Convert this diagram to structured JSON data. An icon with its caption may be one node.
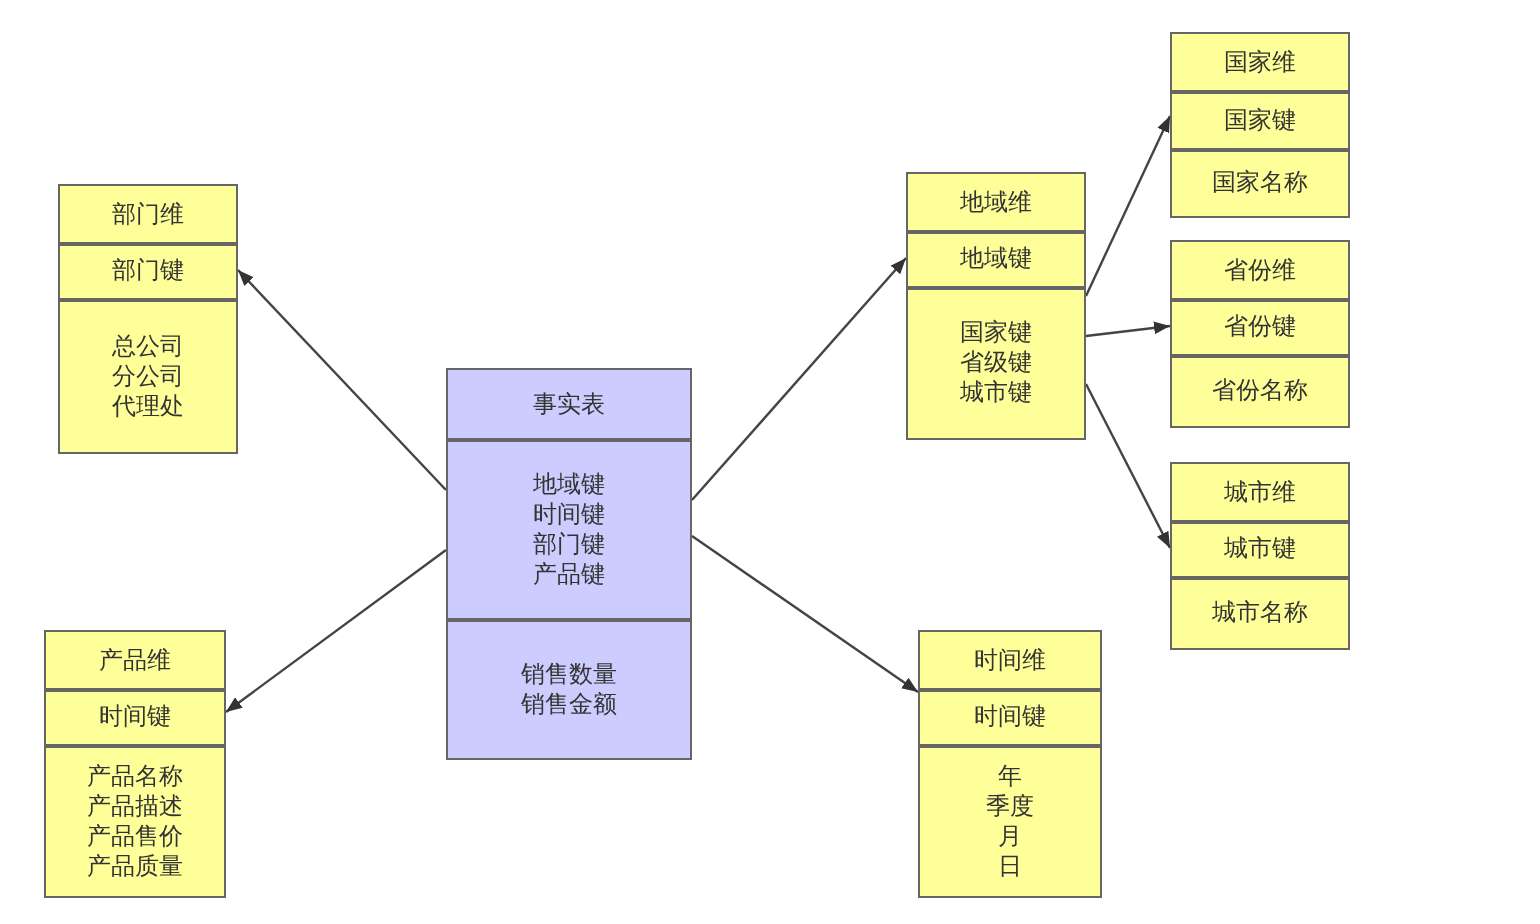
{
  "diagram": {
    "nodes": [
      {
        "text": [
          "部门维",
          "部门键",
          "总公司",
          "分公司",
          "代理处"
        ]
      },
      {
        "text": [
          "产品维",
          "时间键",
          "产品名称",
          "产品描述",
          "产品售价",
          "产品质量"
        ]
      },
      {
        "text": [
          "事实表",
          "地域键",
          "时间键",
          "部门键",
          "产品键",
          "销售数量",
          "销售金额"
        ]
      },
      {
        "text": [
          "地域维",
          "地域键",
          "国家键",
          "省级键",
          "城市键"
        ]
      },
      {
        "text": [
          "时间维",
          "时间键",
          "年",
          "季度",
          "月",
          "日"
        ]
      },
      {
        "text": [
          "国家维",
          "国家键",
          "国家名称"
        ]
      },
      {
        "text": [
          "省份维",
          "省份键",
          "省份名称"
        ]
      },
      {
        "text": [
          "城市维",
          "城市键",
          "城市名称"
        ]
      }
    ],
    "edges": [
      {
        "from": 2,
        "to": 0,
        "arrow": "to"
      },
      {
        "from": 2,
        "to": 1,
        "arrow": "to"
      },
      {
        "from": 2,
        "to": 3,
        "arrow": "to"
      },
      {
        "from": 2,
        "to": 4,
        "arrow": "to"
      },
      {
        "from": 3,
        "to": 5,
        "arrow": "to"
      },
      {
        "from": 3,
        "to": 6,
        "arrow": "to"
      },
      {
        "from": 3,
        "to": 7,
        "arrow": "to"
      }
    ]
  }
}
